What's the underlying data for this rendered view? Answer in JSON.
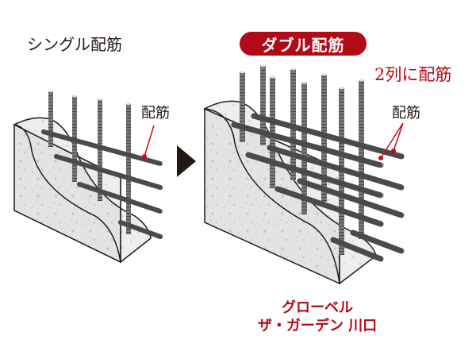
{
  "single": {
    "title": "シングル配筋",
    "rebar_label": "配筋"
  },
  "double": {
    "badge": "ダブル配筋",
    "note": "2列に配筋",
    "rebar_label": "配筋"
  },
  "arrow": {
    "icon": "triangle-right-icon"
  },
  "brand": {
    "line1": "グローベル",
    "line2": "ザ・ガーデン 川口"
  },
  "colors": {
    "accent_red": "#b20a16",
    "text_dark": "#231815",
    "concrete": "#e6e6e6",
    "rebar": "#6e6e6e"
  }
}
